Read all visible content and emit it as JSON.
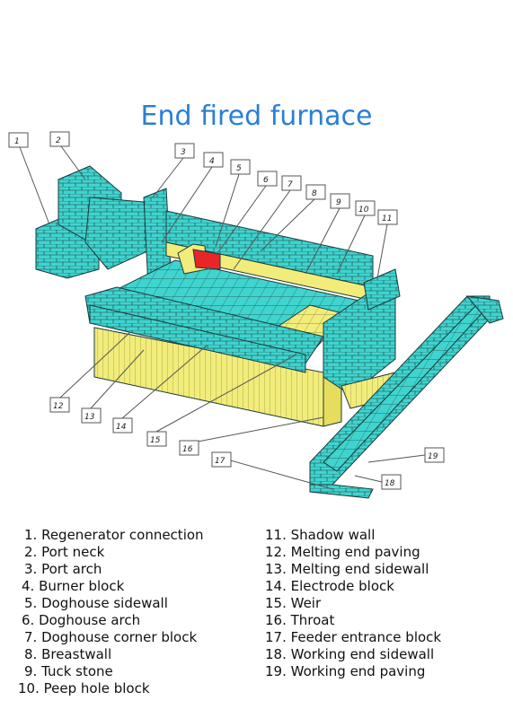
{
  "title": "End fired furnace",
  "colors": {
    "title": "#2a7fd6",
    "refractory_cyan": "#3fd4cf",
    "refractory_yellow": "#f2ec7a",
    "doghouse_red": "#e8262a",
    "outline": "#1a3a3a"
  },
  "callouts": [
    "1",
    "2",
    "3",
    "4",
    "5",
    "6",
    "7",
    "8",
    "9",
    "10",
    "11",
    "12",
    "13",
    "14",
    "15",
    "16",
    "17",
    "19",
    "18"
  ],
  "legend_left": [
    "1. Regenerator connection",
    "2. Port neck",
    "3. Port arch",
    "4. Burner block",
    "5. Doghouse sidewall",
    "6. Doghouse arch",
    "7. Doghouse corner block",
    "8. Breastwall",
    "9. Tuck stone",
    "10. Peep hole block"
  ],
  "legend_right": [
    "11. Shadow wall",
    "12. Melting end paving",
    "13. Melting end sidewall",
    "14. Electrode block",
    "15. Weir",
    "16. Throat",
    "17. Feeder entrance block",
    "18. Working end sidewall",
    "19. Working end paving"
  ]
}
